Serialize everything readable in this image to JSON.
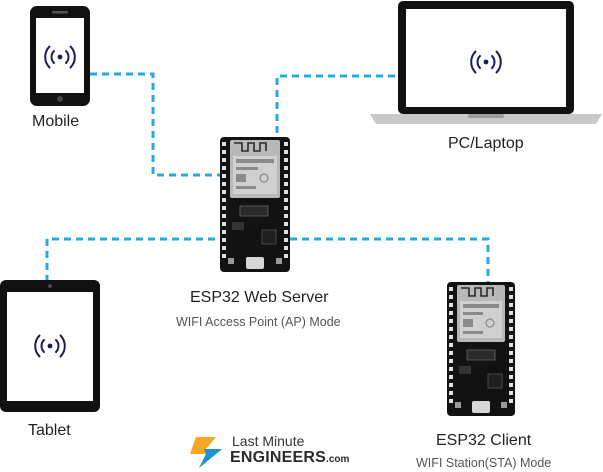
{
  "devices": {
    "mobile": {
      "label": "Mobile"
    },
    "laptop": {
      "label": "PC/Laptop"
    },
    "tablet": {
      "label": "Tablet"
    },
    "server": {
      "label": "ESP32 Web Server",
      "mode": "WIFI Access Point (AP) Mode"
    },
    "client": {
      "label": "ESP32 Client",
      "mode": "WIFI Station(STA) Mode"
    }
  },
  "logo": {
    "line1": "Last Minute",
    "line2": "ENGINEERS",
    "suffix": ".com"
  },
  "colors": {
    "link": "#29a8e0",
    "device_body": "#111111",
    "screen": "#ffffff",
    "wifi_icon": "#1a1a5e",
    "logo_bolt": "#f5a623",
    "logo_accent": "#1e90d8"
  },
  "icons": [
    "wifi-signal-icon",
    "bolt-icon"
  ]
}
